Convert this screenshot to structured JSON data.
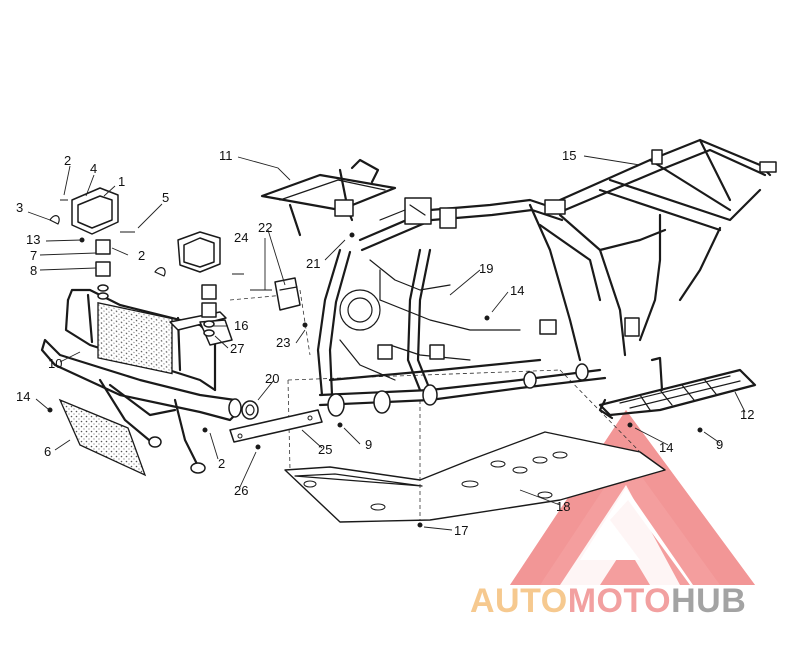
{
  "diagram": {
    "callouts": [
      {
        "id": "c1",
        "text": "1"
      },
      {
        "id": "c2a",
        "text": "2"
      },
      {
        "id": "c2b",
        "text": "2"
      },
      {
        "id": "c2c",
        "text": "2"
      },
      {
        "id": "c3",
        "text": "3"
      },
      {
        "id": "c4",
        "text": "4"
      },
      {
        "id": "c5",
        "text": "5"
      },
      {
        "id": "c6",
        "text": "6"
      },
      {
        "id": "c7",
        "text": "7"
      },
      {
        "id": "c8",
        "text": "8"
      },
      {
        "id": "c9a",
        "text": "9"
      },
      {
        "id": "c9b",
        "text": "9"
      },
      {
        "id": "c10",
        "text": "10"
      },
      {
        "id": "c11",
        "text": "11"
      },
      {
        "id": "c12",
        "text": "12"
      },
      {
        "id": "c13",
        "text": "13"
      },
      {
        "id": "c14a",
        "text": "14"
      },
      {
        "id": "c14b",
        "text": "14"
      },
      {
        "id": "c14c",
        "text": "14"
      },
      {
        "id": "c15",
        "text": "15"
      },
      {
        "id": "c16",
        "text": "16"
      },
      {
        "id": "c17",
        "text": "17"
      },
      {
        "id": "c18",
        "text": "18"
      },
      {
        "id": "c19",
        "text": "19"
      },
      {
        "id": "c20",
        "text": "20"
      },
      {
        "id": "c21",
        "text": "21"
      },
      {
        "id": "c22",
        "text": "22"
      },
      {
        "id": "c23",
        "text": "23"
      },
      {
        "id": "c24",
        "text": "24"
      },
      {
        "id": "c25",
        "text": "25"
      },
      {
        "id": "c26",
        "text": "26"
      },
      {
        "id": "c27",
        "text": "27"
      }
    ]
  },
  "watermark": {
    "part1": "AUTO",
    "part2": "MOTO",
    "part3": "HUB",
    "colors": {
      "auto": "#f6c98f",
      "moto": "#f2a0a0",
      "hub": "#a3a3a3",
      "logo": "#f07a7a"
    }
  }
}
